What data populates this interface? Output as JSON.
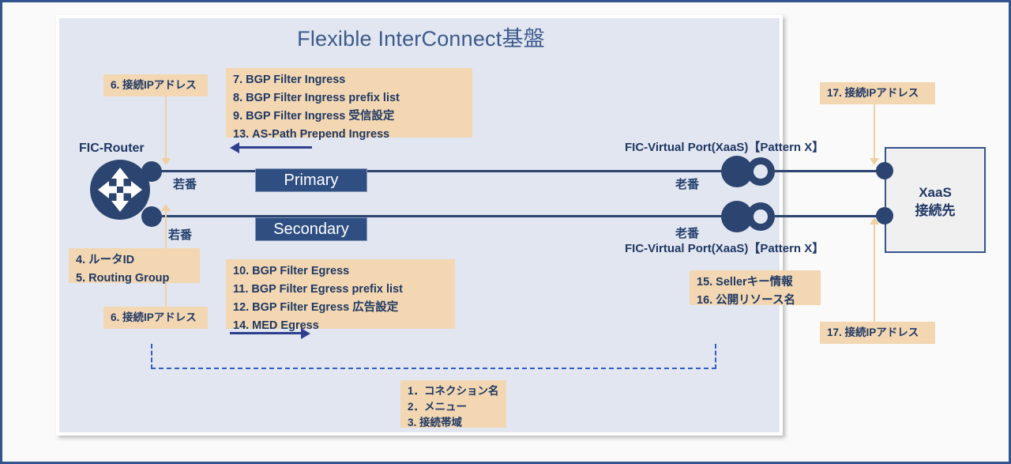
{
  "diagram": {
    "title": "Flexible InterConnect基盤",
    "router": {
      "label": "FIC-Router",
      "icon": "router-icon",
      "upper_port_label": "若番",
      "lower_port_label": "若番"
    },
    "links": {
      "primary": "Primary",
      "secondary": "Secondary"
    },
    "virtual_ports": {
      "top_label": "FIC-Virtual Port(XaaS)【Pattern X】",
      "bottom_label": "FIC-Virtual Port(XaaS)【Pattern X】",
      "upper_number_label": "老番",
      "lower_number_label": "老番"
    },
    "destination": {
      "line1": "XaaS",
      "line2": "接続先"
    },
    "annotations": {
      "ip_address_router_top": "6. 接続IPアドレス",
      "ingress_block": "7. BGP Filter Ingress\n8. BGP Filter Ingress prefix list\n9. BGP Filter Ingress 受信設定\n13. AS-Path Prepend Ingress",
      "router_id_block": "4. ルータID\n5. Routing Group",
      "ip_address_router_bottom": "6. 接続IPアドレス",
      "egress_block": "10. BGP Filter Egress\n11. BGP Filter Egress prefix list\n12. BGP Filter Egress 広告設定\n14. MED Egress",
      "connection_block": "1．コネクション名\n2．メニュー\n3. 接続帯域",
      "seller_block": "15. Sellerキー情報\n16. 公開リソース名",
      "ip_address_xaas_top": "17. 接続IPアドレス",
      "ip_address_xaas_bottom": "17. 接続IPアドレス"
    },
    "colors": {
      "panel_background": "#e2e6f0",
      "navy": "#1f3864",
      "link_navy": "#2b4470",
      "annotation_chip": "#f2d7b2",
      "connector_orange": "#f0cfa0",
      "dashed_blue": "#2f5fc0",
      "frame_border": "#33548f",
      "title_blue": "#3c5a8c"
    }
  }
}
